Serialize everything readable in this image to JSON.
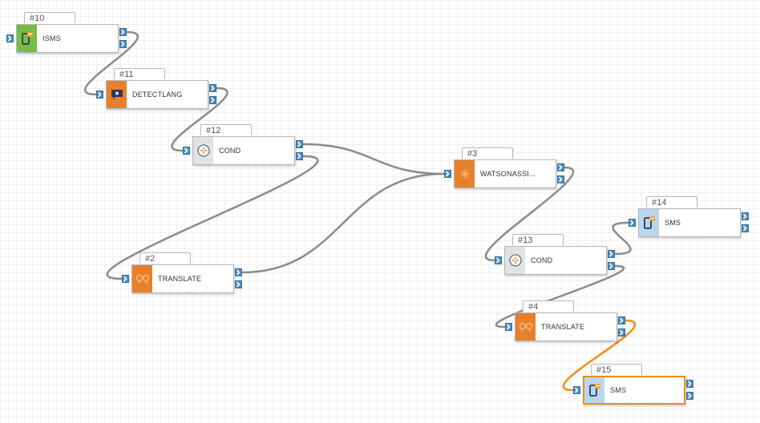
{
  "colors": {
    "input": "#77bd45",
    "language": "#e8802b",
    "condition": "#e2e2e2",
    "output": "#b9d6ee",
    "port": "#4c8bbf",
    "wire": "#8a8a8a",
    "selected_wire": "#ef8c1e"
  },
  "nodes": [
    {
      "id": "n10",
      "tab": "#10",
      "label": "ISMS",
      "kind": "input",
      "icon": "phone-icon"
    },
    {
      "id": "n11",
      "tab": "#11",
      "label": "DETECTLANG",
      "kind": "language",
      "icon": "chat-icon"
    },
    {
      "id": "n12",
      "tab": "#12",
      "label": "COND",
      "kind": "condition",
      "icon": "condition-icon"
    },
    {
      "id": "n2",
      "tab": "#2",
      "label": "TRANSLATE",
      "kind": "language",
      "icon": "translate-icon"
    },
    {
      "id": "n3",
      "tab": "#3",
      "label": "WATSONASSI...",
      "kind": "language",
      "icon": "assistant-icon"
    },
    {
      "id": "n14",
      "tab": "#14",
      "label": "SMS",
      "kind": "output",
      "icon": "phone-icon"
    },
    {
      "id": "n13",
      "tab": "#13",
      "label": "COND",
      "kind": "condition",
      "icon": "condition-icon"
    },
    {
      "id": "n4",
      "tab": "#4",
      "label": "TRANSLATE",
      "kind": "language",
      "icon": "translate-icon"
    },
    {
      "id": "n15",
      "tab": "#15",
      "label": "SMS",
      "kind": "output",
      "icon": "phone-icon",
      "selected": true
    }
  ],
  "links": [
    {
      "from": "n10",
      "port": 0,
      "to": "n11"
    },
    {
      "from": "n11",
      "port": 0,
      "to": "n12"
    },
    {
      "from": "n12",
      "port": 0,
      "to": "n3"
    },
    {
      "from": "n12",
      "port": 1,
      "to": "n2"
    },
    {
      "from": "n2",
      "port": 0,
      "to": "n3"
    },
    {
      "from": "n3",
      "port": 0,
      "to": "n13"
    },
    {
      "from": "n13",
      "port": 0,
      "to": "n14"
    },
    {
      "from": "n13",
      "port": 1,
      "to": "n4"
    },
    {
      "from": "n4",
      "port": 0,
      "to": "n15",
      "selected": true
    }
  ]
}
